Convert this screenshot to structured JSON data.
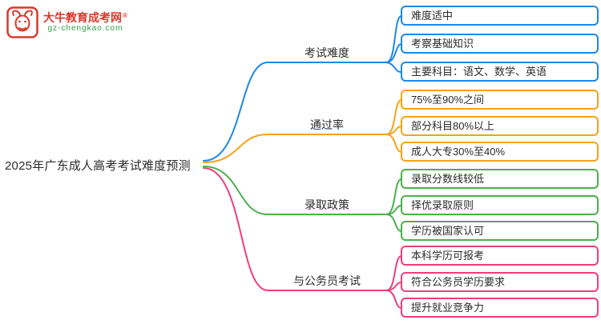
{
  "logo": {
    "brand": "大牛教育成考网",
    "reg_mark": "®",
    "domain": "gz-chengkao.com",
    "brand_color": "#d8382c",
    "domain_color": "#2f9e44"
  },
  "root": {
    "label": "2025年广东成人高考考试难度预测"
  },
  "branches": [
    {
      "label": "考试难度",
      "color": "#1e88e5",
      "children": [
        "难度适中",
        "考察基础知识",
        "主要科目：语文、数学、英语"
      ]
    },
    {
      "label": "通过率",
      "color": "#f5a31a",
      "children": [
        "75%至90%之间",
        "部分科目80%以上",
        "成人大专30%至40%"
      ]
    },
    {
      "label": "录取政策",
      "color": "#4caf50",
      "children": [
        "录取分数线较低",
        "择优录取原则",
        "学历被国家认可"
      ]
    },
    {
      "label": "与公务员考试",
      "color": "#ec407a",
      "children": [
        "本科学历可报考",
        "符合公务员学历要求",
        "提升就业竞争力"
      ]
    }
  ]
}
